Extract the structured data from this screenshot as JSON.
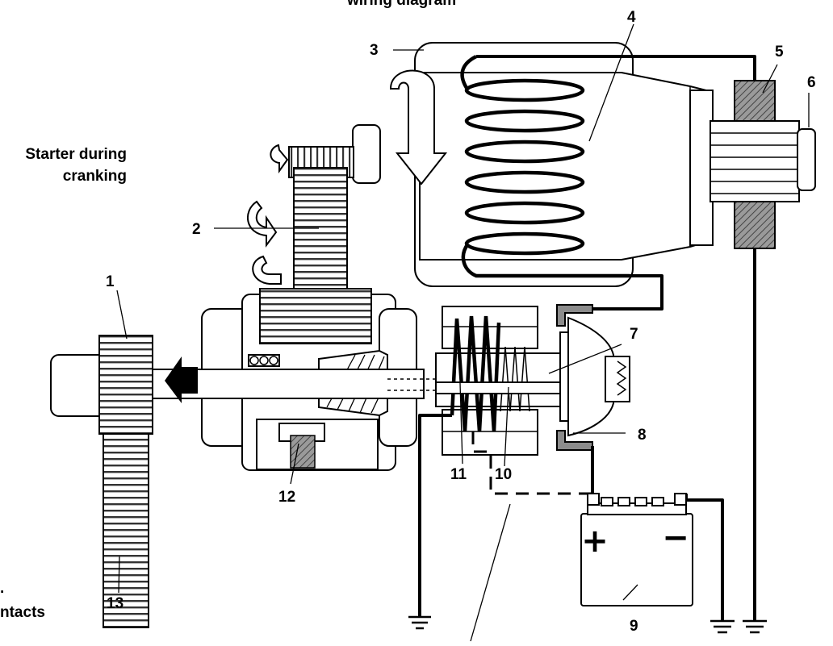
{
  "diagram": {
    "top_caption_fragment": "wiring diagram",
    "side_caption": [
      "Starter during",
      "cranking"
    ],
    "bottom_left_fragment": "ntacts",
    "numbers": {
      "n1": "1",
      "n2": "2",
      "n3": "3",
      "n4": "4",
      "n5": "5",
      "n6": "6",
      "n7": "7",
      "n8": "8",
      "n9": "9",
      "n10": "10",
      "n11": "11",
      "n12": "12",
      "n13": "13"
    },
    "battery_symbols": {
      "positive": "+",
      "negative": "−"
    }
  }
}
